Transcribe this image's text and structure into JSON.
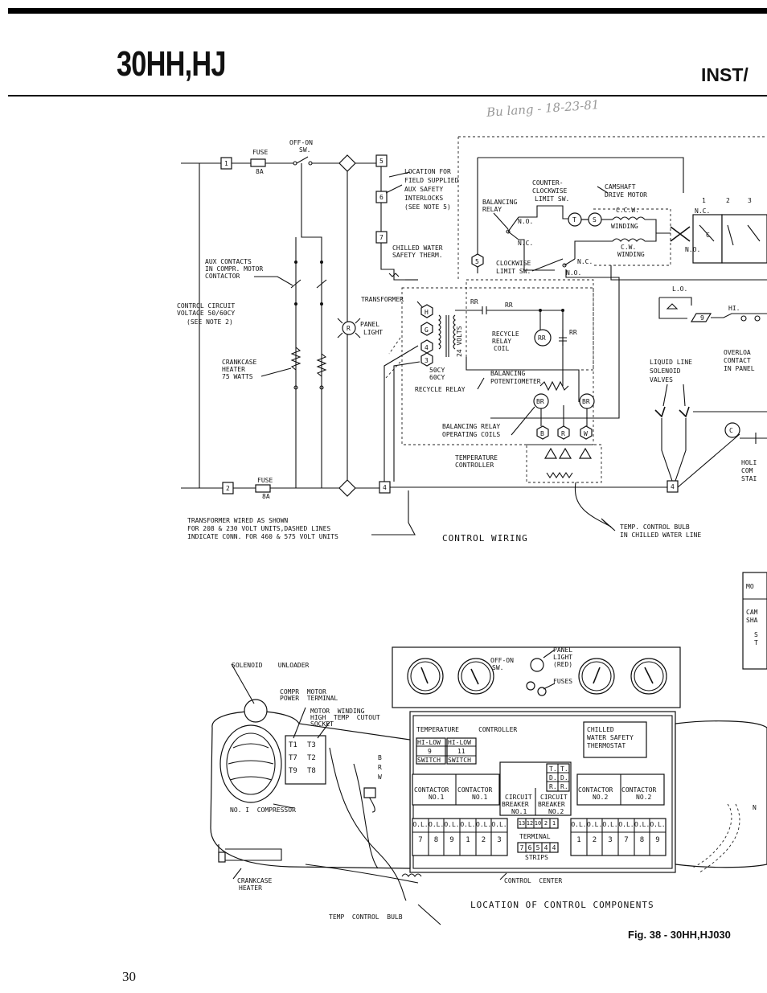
{
  "header": {
    "model": "30HH,HJ",
    "section": "INST/"
  },
  "handwritten_note": "Bu lang - 18-23-81",
  "wiring": {
    "caption": "CONTROL  WIRING",
    "labels": {
      "off_on_sw": [
        "OFF-ON",
        "SW."
      ],
      "fuse_top": [
        "FUSE",
        "8A"
      ],
      "fuse_bottom": [
        "FUSE",
        "8A"
      ],
      "location_for": [
        "LOCATION FOR",
        "FIELD SUPPLIED",
        "AUX SAFETY",
        "INTERLOCKS",
        "(SEE NOTE 5)"
      ],
      "aux_contacts": [
        "AUX  CONTACTS",
        "IN  COMPR. MOTOR",
        "CONTACTOR"
      ],
      "control_circuit": [
        "CONTROL CIRCUIT",
        "VOLTAGE  50/60CY",
        "(SEE NOTE 2)"
      ],
      "crankcase_heater": [
        "CRANKCASE",
        "HEATER",
        "75 WATTS"
      ],
      "panel_light": [
        "PANEL",
        "LIGHT"
      ],
      "transformer": "TRANSFORMER",
      "chilled_water_therm": [
        "CHILLED  WATER",
        "SAFETY  THERM."
      ],
      "balancing_relay": [
        "BALANCING",
        "RELAY"
      ],
      "counter_clockwise": [
        "COUNTER-",
        "CLOCKWISE",
        "LIMIT SW."
      ],
      "camshaft": [
        "CAMSHAFT",
        "DRIVE  MOTOR"
      ],
      "ccw_winding": [
        "C.C.W.",
        "WINDING"
      ],
      "cw_winding": [
        "C.W.",
        "WINDING"
      ],
      "clockwise_limit": [
        "CLOCKWISE",
        "LIMIT SW."
      ],
      "nc": "N.C.",
      "no": "N.O.",
      "rr": "RR",
      "recycle_relay_coil": [
        "RECYCLE",
        "RELAY",
        "COIL"
      ],
      "volts": "24 VOLTS",
      "cy": [
        "50CY",
        "60CY"
      ],
      "balancing_pot": [
        "BALANCING",
        "POTENTIOMETER"
      ],
      "recycle_relay": "RECYCLE  RELAY",
      "balancing_relay_coils": [
        "BALANCING  RELAY",
        "OPERATING  COILS"
      ],
      "temperature_controller": [
        "TEMPERATURE",
        "CONTROLLER"
      ],
      "liquid_line": [
        "LIQUID  LINE",
        "SOLENOID",
        "VALVES"
      ],
      "overload": [
        "OVERLOA",
        "CONTACT",
        "IN  PANEL"
      ],
      "lo": "L.O.",
      "hi": "HI.",
      "holding": [
        "HOLI",
        "COM",
        "STAI"
      ],
      "transformer_note": [
        "TRANSFORMER  WIRED  AS  SHOWN",
        "FOR 208 & 230 VOLT  UNITS,DASHED  LINES",
        "INDICATE  CONN.  FOR  460  &  575  VOLT  UNITS"
      ],
      "temp_control_bulb": [
        "TEMP.  CONTROL  BULB",
        "IN CHILLED  WATER  LINE"
      ],
      "terminals": [
        "1",
        "2",
        "3",
        "4",
        "5",
        "6",
        "7",
        "9"
      ],
      "hex": [
        "H",
        "G",
        "4",
        "3",
        "5"
      ],
      "letters": [
        "R",
        "T",
        "S",
        "B",
        "R",
        "W",
        "RR",
        "BR",
        "BR",
        "C"
      ],
      "top_numbers": [
        "1",
        "2",
        "3"
      ]
    }
  },
  "components": {
    "caption": "LOCATION  OF  CONTROL  COMPONENTS",
    "solenoid_unloader": "SOLENOID    UNLOADER",
    "compr_motor_terminal": [
      "COMPR  MOTOR",
      "POWER  TERMINAL"
    ],
    "motor_winding": [
      "MOTOR  WINDING",
      "HIGH  TEMP  CUTOUT",
      "SOCKET"
    ],
    "t_labels": [
      "T1",
      "T3",
      "T7",
      "T2",
      "T9",
      "T8"
    ],
    "no1_compressor": "NO. I  COMPRESSOR",
    "crankcase_heater": [
      "CRANKCASE",
      "HEATER"
    ],
    "temp_control_bulb": "TEMP  CONTROL  BULB",
    "control_center": "CONTROL  CENTER",
    "panel_top": {
      "off_on": [
        "OFF-ON",
        "SW."
      ],
      "panel_light": [
        "PANEL",
        "LIGHT",
        "(RED)"
      ],
      "fuses": "FUSES"
    },
    "temperature_controller": "TEMPERATURE     CONTROLLER",
    "brw": [
      "B",
      "R",
      "W"
    ],
    "switches": [
      {
        "top": "HI-LOW",
        "num": "9",
        "label": "SWITCH"
      },
      {
        "top": "HI-LOW",
        "num": "11",
        "label": "SWITCH"
      }
    ],
    "chilled_water": [
      "CHILLED",
      "WATER SAFETY",
      "THERMOSTAT"
    ],
    "contactors_left": [
      [
        "CONTACTOR",
        "NO.1"
      ],
      [
        "CONTACTOR",
        "NO.1"
      ]
    ],
    "circuit_breakers": [
      [
        "CIRCUIT",
        "BREAKER",
        "NO.1"
      ],
      [
        "CIRCUIT",
        "BREAKER",
        "NO.2"
      ]
    ],
    "tdr": [
      "T.",
      "T.",
      "D.",
      "D.",
      "R.",
      "R."
    ],
    "contactors_right": [
      [
        "CONTACTOR",
        "NO.2"
      ],
      [
        "CONTACTOR",
        "NO.2"
      ]
    ],
    "ol_left": {
      "label": "O.L.",
      "nums": [
        "7",
        "8",
        "9",
        "1",
        "2",
        "3"
      ]
    },
    "ol_right": {
      "label": "O.L.",
      "nums": [
        "1",
        "2",
        "3",
        "7",
        "8",
        "9"
      ]
    },
    "terminal_top": [
      "13",
      "12",
      "10",
      "2",
      "1"
    ],
    "terminal_bottom": [
      "7",
      "6",
      "5",
      "4",
      "4"
    ],
    "terminal": "TERMINAL",
    "strips": "STRIPS",
    "right_edge": [
      "MO",
      "CAM",
      "SHA",
      "S",
      "T",
      "N"
    ]
  },
  "figure_caption": "Fig. 38 - 30HH,HJ030",
  "page_number": "30"
}
